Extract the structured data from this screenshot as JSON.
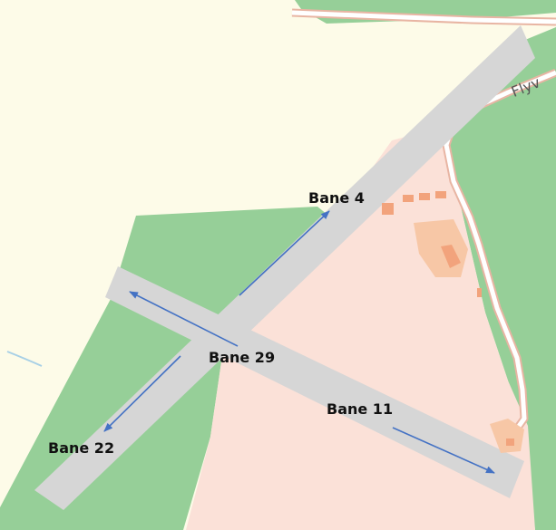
{
  "colors": {
    "background": "#fdfbe8",
    "forest": "#96cf98",
    "airfield_area": "#fbe1d8",
    "runway": "#d6d6d6",
    "building": "#f2a37c",
    "road": "#ffffff",
    "road_casing": "#e8b5a3",
    "arrow": "#4472c4",
    "water_line": "#a8d0e6"
  },
  "runways": [
    {
      "id": "bane4",
      "label": "Bane 4"
    },
    {
      "id": "bane22",
      "label": "Bane 22"
    },
    {
      "id": "bane29",
      "label": "Bane 29"
    },
    {
      "id": "bane11",
      "label": "Bane 11"
    }
  ],
  "road_label": "Flyv"
}
